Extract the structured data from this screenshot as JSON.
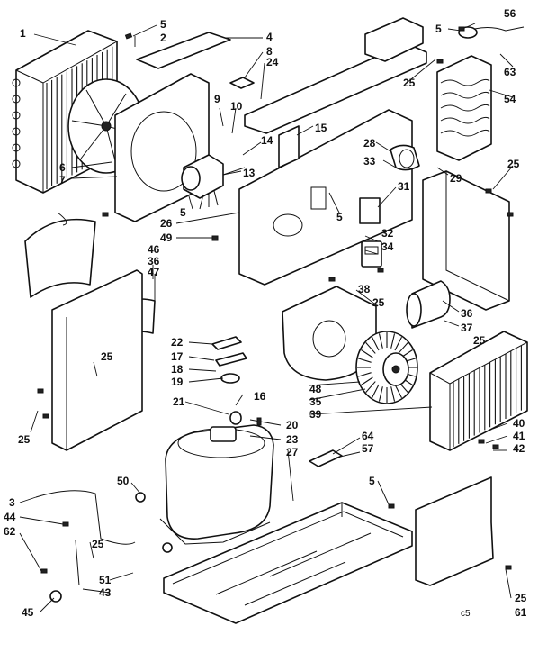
{
  "diagram": {
    "callouts": [
      "1",
      "5",
      "2",
      "4",
      "8",
      "24",
      "5",
      "56",
      "63",
      "54",
      "25",
      "9",
      "10",
      "15",
      "6",
      "7",
      "14",
      "13",
      "28",
      "33",
      "29",
      "25",
      "31",
      "5",
      "5",
      "26",
      "49",
      "46",
      "36",
      "47",
      "32",
      "34",
      "38",
      "25",
      "36",
      "37",
      "25",
      "22",
      "17",
      "18",
      "19",
      "21",
      "16",
      "20",
      "23",
      "48",
      "35",
      "39",
      "40",
      "41",
      "42",
      "25",
      "64",
      "57",
      "27",
      "25",
      "50",
      "3",
      "44",
      "62",
      "25",
      "51",
      "43",
      "45",
      "5",
      "25",
      "61"
    ],
    "footer_code": "c5"
  }
}
